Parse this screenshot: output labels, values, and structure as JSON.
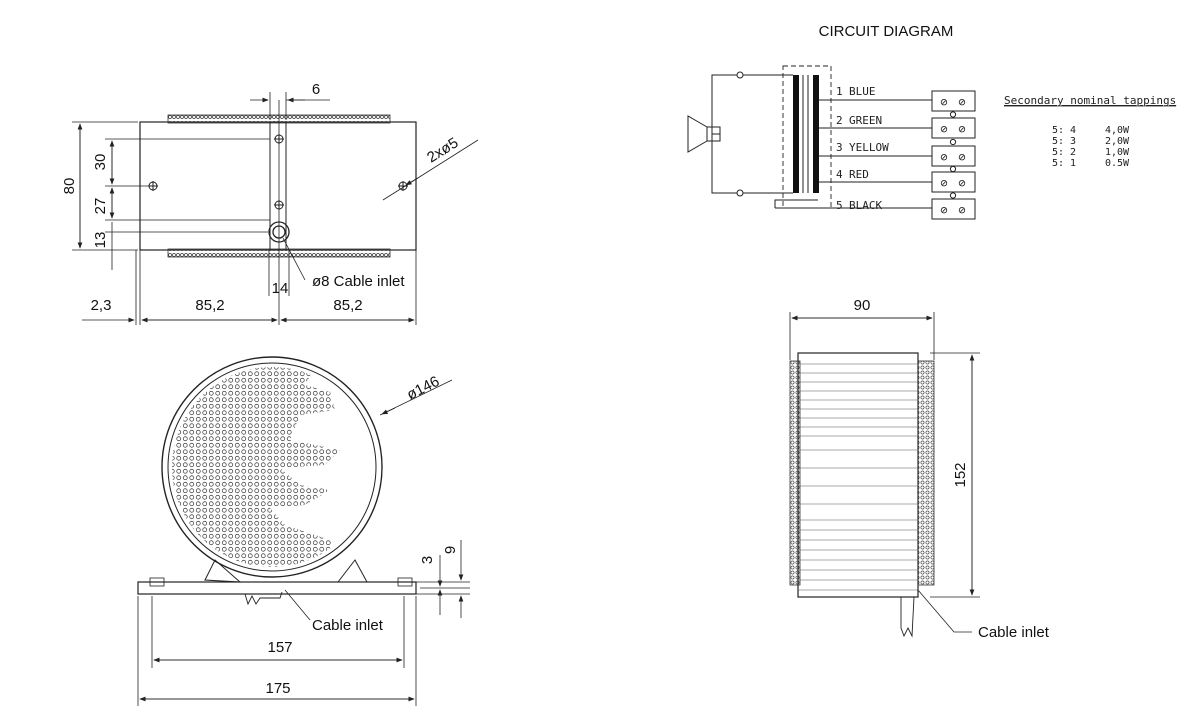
{
  "circuit": {
    "title": "CIRCUIT DIAGRAM",
    "taps": [
      {
        "num": "1",
        "color": "BLUE"
      },
      {
        "num": "2",
        "color": "GREEN"
      },
      {
        "num": "3",
        "color": "YELLOW"
      },
      {
        "num": "4",
        "color": "RED"
      },
      {
        "num": "5",
        "color": "BLACK"
      }
    ],
    "tappings_title": "Secondary nominal tappings",
    "tappings": [
      {
        "ratio": "5: 4",
        "power": "4,0W"
      },
      {
        "ratio": "5: 3",
        "power": "2,0W"
      },
      {
        "ratio": "5: 2",
        "power": "1,0W"
      },
      {
        "ratio": "5: 1",
        "power": "0.5W"
      }
    ]
  },
  "top_view": {
    "dim_width": "6",
    "dim_height": "80",
    "dim_30": "30",
    "dim_27": "27",
    "dim_13": "13",
    "dim_hole": "2xø5",
    "dim_14": "14",
    "cable_inlet": "ø8 Cable inlet",
    "dim_left": "2,3",
    "dim_half_left": "85,2",
    "dim_half_right": "85,2"
  },
  "front_view": {
    "dim_diameter": "ø146",
    "dim_3": "3",
    "dim_9": "9",
    "cable_inlet": "Cable inlet",
    "dim_157": "157",
    "dim_175": "175"
  },
  "side_view": {
    "dim_width": "90",
    "dim_height": "152",
    "cable_inlet": "Cable inlet"
  }
}
